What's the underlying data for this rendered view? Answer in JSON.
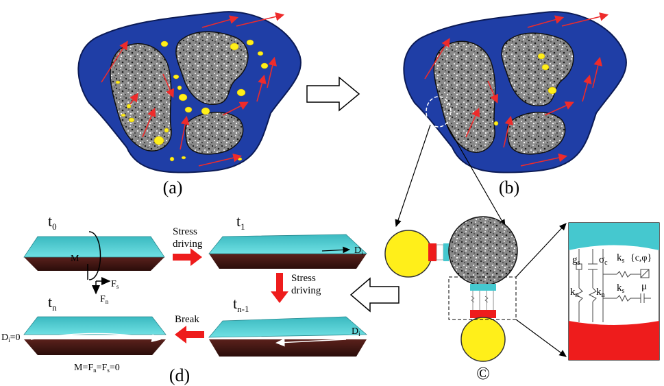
{
  "panels": {
    "a": "(a)",
    "b": "(b)",
    "c": "©",
    "d": "(d)"
  },
  "panel_d": {
    "t0": "t",
    "t0_sub": "0",
    "t1": "t",
    "t1_sub": "1",
    "tn": "t",
    "tn_sub": "n",
    "tn1": "t",
    "tn1_sub": "n-1",
    "stress_driving_1": [
      "Stress",
      "driving"
    ],
    "stress_driving_2": [
      "Stress",
      "driving"
    ],
    "break": "Break",
    "M": "M",
    "Fs": "F",
    "Fs_sub": "s",
    "Fn": "F",
    "Fn_sub": "n",
    "Di_1": "D",
    "Di_1_sub": "i",
    "Di_2": "D",
    "Di_2_sub": "i",
    "Di_zero": "D",
    "Di_zero_sub": "i",
    "Di_zero_rest": "=0",
    "equation": "M=F",
    "equation_sub1": "n",
    "equation_mid": "=F",
    "equation_sub2": "s",
    "equation_end": "=0"
  },
  "panel_c_detail": {
    "gs": "g",
    "gs_sub": "s",
    "sigma": "σ",
    "sigma_sub": "c",
    "ks_top": "k",
    "ks_top_sub": "s",
    "cphi": "{c,φ}",
    "kn_left": "k",
    "kn_left_sub": "n",
    "kn_right": "k",
    "kn_right_sub": "n",
    "ks_bottom": "k",
    "ks_bottom_sub": "s",
    "mu": "μ"
  },
  "colors": {
    "matrix": "#1f3ea6",
    "particle": "#ffef1a",
    "flow_arrow": "#ee2b2b",
    "bond_top": "#45c8cf",
    "bond_bottom": "#3a1512",
    "contact_red": "#ee1c1c"
  },
  "icons": [
    "hollow-right-arrow-icon",
    "hollow-left-arrow-icon",
    "red-right-arrow-icon",
    "red-down-arrow-icon",
    "red-left-arrow-icon"
  ]
}
